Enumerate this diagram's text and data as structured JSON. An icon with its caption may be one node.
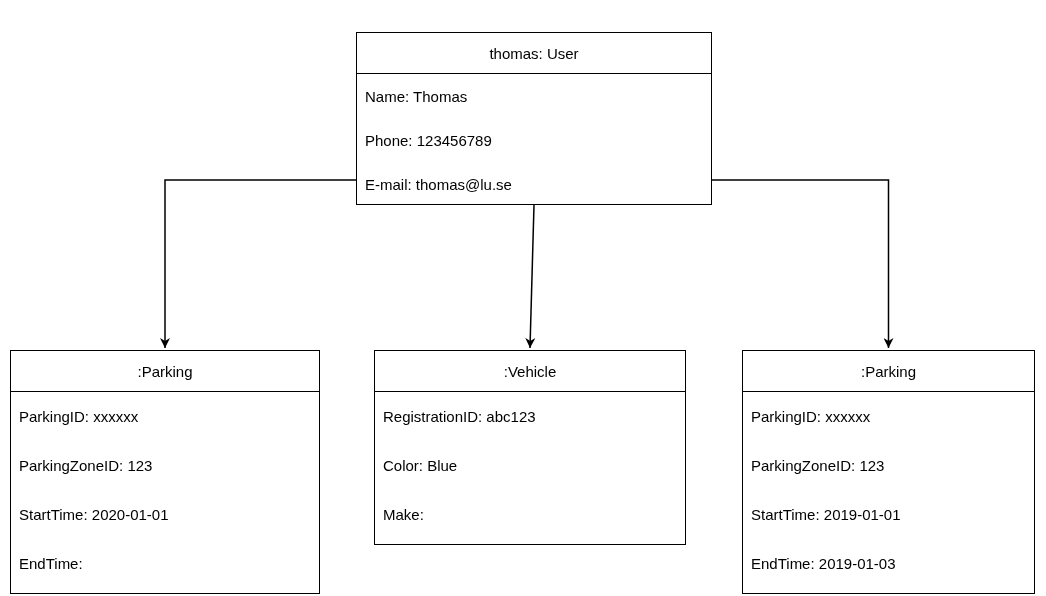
{
  "diagram": {
    "nodes": [
      {
        "text": [
          "thomas: User",
          "Name: Thomas",
          "Phone: 123456789",
          "E-mail: thomas@lu.se"
        ]
      },
      {
        "text": [
          ":Parking",
          "ParkingID: xxxxxx",
          "ParkingZoneID: 123",
          "StartTime: 2020-01-01",
          "EndTime:"
        ]
      },
      {
        "text": [
          ":Vehicle",
          "RegistrationID: abc123",
          "Color: Blue",
          "Make:"
        ]
      },
      {
        "text": [
          ":Parking",
          "ParkingID: xxxxxx",
          "ParkingZoneID: 123",
          "StartTime: 2019-01-01",
          "EndTime: 2019-01-03"
        ]
      }
    ],
    "edges": [
      {
        "from": 0,
        "to": 1,
        "arrow": "to"
      },
      {
        "from": 0,
        "to": 2,
        "arrow": "to"
      },
      {
        "from": 0,
        "to": 3,
        "arrow": "to"
      }
    ]
  }
}
